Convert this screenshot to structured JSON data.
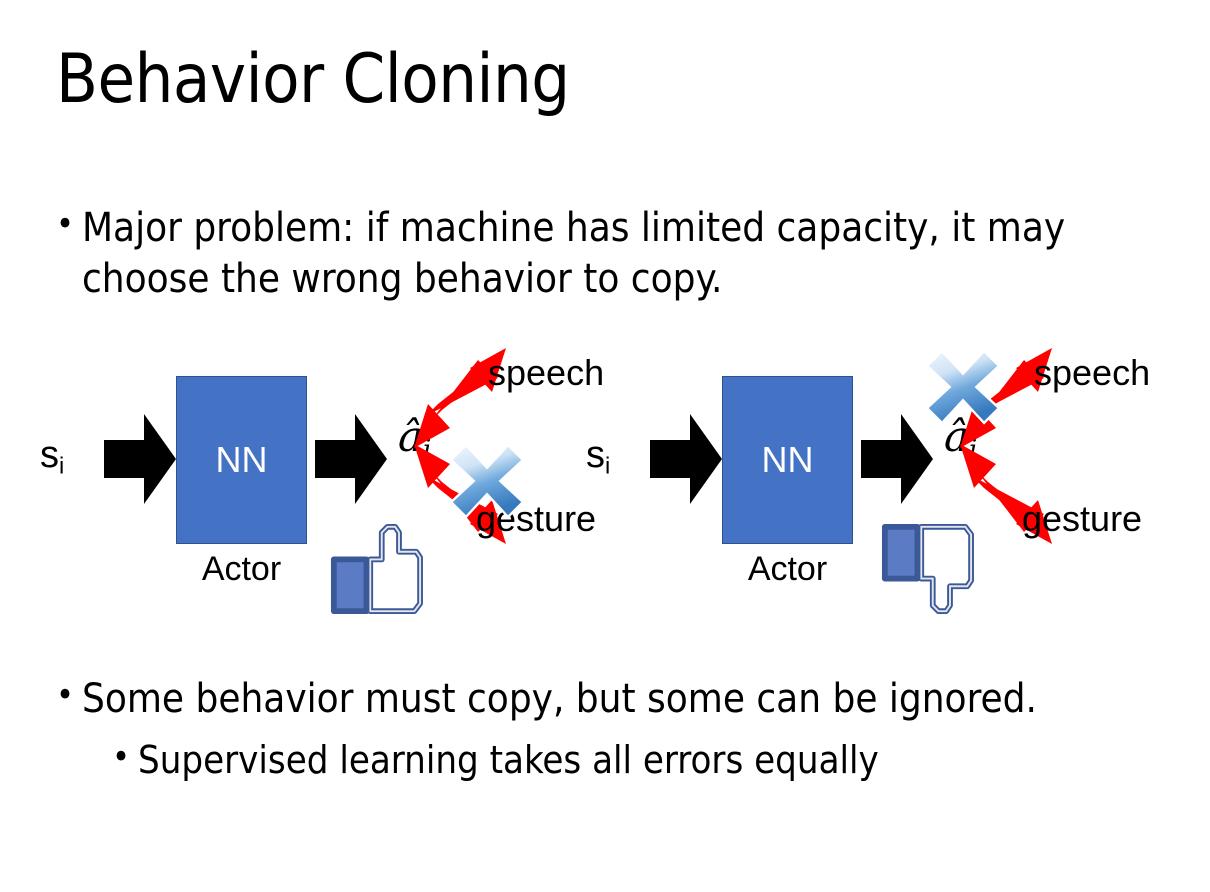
{
  "slide": {
    "title": "Behavior Cloning",
    "background_color": "#FFFFFF",
    "text_color": "#000000"
  },
  "bullets": {
    "top": {
      "marker": "•",
      "text": "Major problem: if machine has limited capacity, it may choose the wrong behavior to copy."
    },
    "bottom_level1": {
      "marker": "•",
      "text": "Some behavior must copy, but some can be ignored."
    },
    "bottom_level2": {
      "marker": "•",
      "text": "Supervised learning takes all errors equally"
    }
  },
  "colors": {
    "nn_box_fill": "#4472C4",
    "nn_box_border": "#2F528F",
    "arrow_black": "#000000",
    "arrow_red": "#FF0000",
    "cross_blue_light": "#DCEAF8",
    "cross_blue_dark": "#3E86C8",
    "thumb_navy": "#3B5998",
    "thumb_fill": "#FFFFFF"
  },
  "diagrams": [
    {
      "id": "left",
      "input_label": "s",
      "input_subscript": "i",
      "block_label": "NN",
      "block_caption": "Actor",
      "output_label": "â",
      "output_subscript": "i",
      "branches": [
        {
          "name": "speech",
          "direction": "up",
          "crossed": false
        },
        {
          "name": "gesture",
          "direction": "down",
          "crossed": true
        }
      ],
      "verdict_icon": "thumbs-up-icon",
      "verdict": "approved"
    },
    {
      "id": "right",
      "input_label": "s",
      "input_subscript": "i",
      "block_label": "NN",
      "block_caption": "Actor",
      "output_label": "â",
      "output_subscript": "i",
      "branches": [
        {
          "name": "speech",
          "direction": "up",
          "crossed": true
        },
        {
          "name": "gesture",
          "direction": "down",
          "crossed": false
        }
      ],
      "verdict_icon": "thumbs-down-icon",
      "verdict": "rejected"
    }
  ]
}
